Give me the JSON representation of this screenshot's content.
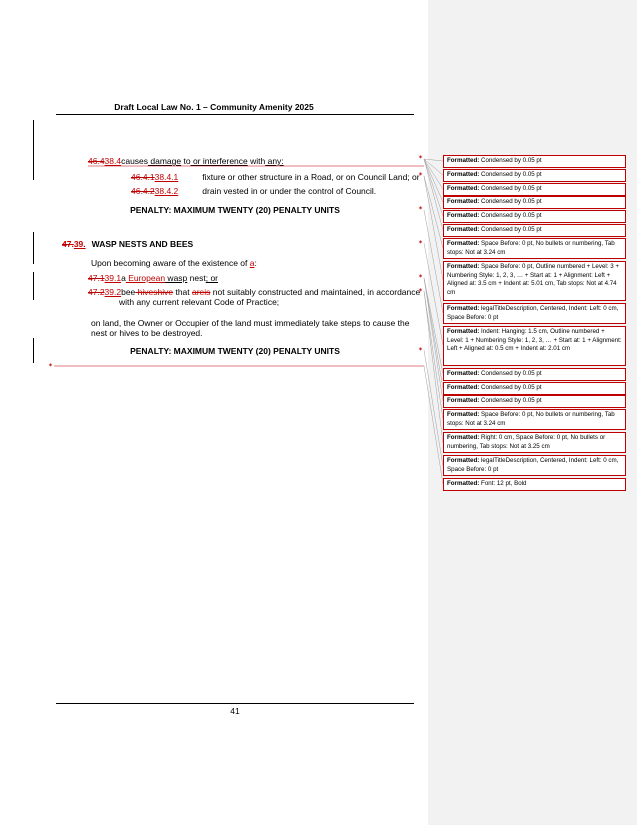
{
  "header": {
    "title": "Draft Local Law No. 1 – Community Amenity 2025"
  },
  "footer": {
    "page_number": "41"
  },
  "body": {
    "c1": {
      "old_num": "46.4",
      "new_num": "38.4",
      "text_a": "causes",
      "text_b": " damage",
      "text_c": " to",
      "text_d": " or interference",
      "text_e": " with",
      "text_f": " any:"
    },
    "c1a": {
      "old_num": "46.4.1",
      "new_num": "38.4.1",
      "text": "fixture or other structure in a Road, or on Council Land; or"
    },
    "c1b": {
      "old_num": "46.4.2",
      "new_num": "38.4.2",
      "text": "drain vested in or under the control of Council."
    },
    "penalty1": "PENALTY: MAXIMUM TWENTY (20) PENALTY UNITS",
    "h2": {
      "old_num": "47.",
      "new_num": "39.",
      "title": "WASP NESTS AND BEES"
    },
    "intro": {
      "text": "Upon becoming aware of the existence of ",
      "ins": "a",
      "after": ":"
    },
    "i1": {
      "old_num": "47.1",
      "new_num": "39.1",
      "pre": "a",
      "ins": " European",
      "mid": " wasp",
      "mid2": " nest",
      "end": "; or"
    },
    "i2": {
      "old_num": "47.2",
      "new_num": "39.2",
      "line1_a": "bee",
      "line1_del1": " hiveshive",
      "line1_b": " that ",
      "line1_del2": "areis",
      "line1_c": " not suitably constructed and maintained, in accordance",
      "line2": "with any current relevant Code of Practice;"
    },
    "closing_line1": "on land, the Owner or Occupier of the land must immediately take steps to cause the",
    "closing_line2": "nest or hives to be destroyed.",
    "penalty2": "PENALTY: MAXIMUM TWENTY (20) PENALTY UNITS"
  },
  "balloons": [
    {
      "label": "Formatted:",
      "text": "Condensed by  0.05 pt"
    },
    {
      "label": "Formatted:",
      "text": "Condensed by  0.05 pt"
    },
    {
      "label": "Formatted:",
      "text": "Condensed by  0.05 pt"
    },
    {
      "label": "Formatted:",
      "text": "Condensed by  0.05 pt"
    },
    {
      "label": "Formatted:",
      "text": "Condensed by  0.05 pt"
    },
    {
      "label": "Formatted:",
      "text": "Condensed by  0.05 pt"
    },
    {
      "label": "Formatted:",
      "text": "Space Before:  0 pt,  No bullets or numbering, Tab stops: Not at  3.24 cm"
    },
    {
      "label": "Formatted:",
      "text": "Space Before:  0 pt, Outline numbered + Level: 3 + Numbering Style: 1, 2, 3, … + Start at: 1 + Alignment: Left + Aligned at:  3.5 cm + Indent at:  5.01 cm, Tab stops: Not at  4.74 cm"
    },
    {
      "label": "Formatted:",
      "text": "legalTitleDescription, Centered, Indent: Left:  0 cm, Space Before:  0 pt"
    },
    {
      "label": "Formatted:",
      "text": "Indent: Hanging:  1.5 cm, Outline numbered + Level: 1 + Numbering Style: 1, 2, 3, … + Start at: 1 + Alignment: Left + Aligned at:  0.5 cm + Indent at:  2.01 cm"
    },
    {
      "label": "Formatted:",
      "text": "Condensed by  0.05 pt"
    },
    {
      "label": "Formatted:",
      "text": "Condensed by  0.05 pt"
    },
    {
      "label": "Formatted:",
      "text": "Condensed by  0.05 pt"
    },
    {
      "label": "Formatted:",
      "text": "Space Before:  0 pt,  No bullets or numbering, Tab stops: Not at  3.24 cm"
    },
    {
      "label": "Formatted:",
      "text": "Right:  0 cm, Space Before:  0 pt,  No bullets or numbering, Tab stops: Not at  3.25 cm"
    },
    {
      "label": "Formatted:",
      "text": "legalTitleDescription, Centered, Indent: Left:  0 cm, Space Before:  0 pt"
    },
    {
      "label": "Formatted:",
      "text": "Font: 12 pt, Bold"
    }
  ],
  "colors": {
    "revision": "#c00000",
    "markup_pane": "#f2f2f2"
  }
}
